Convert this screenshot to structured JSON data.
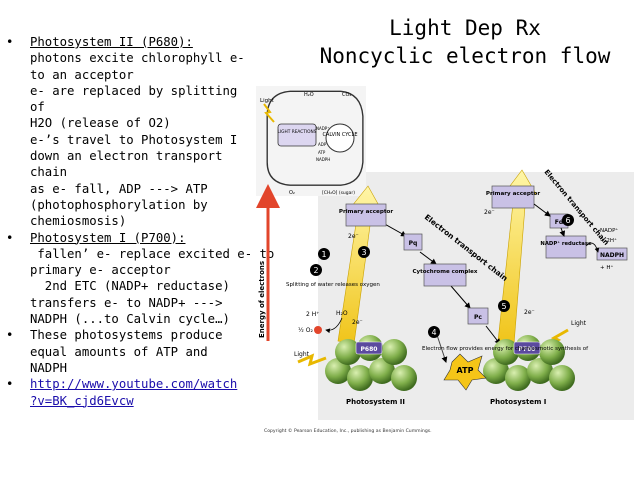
{
  "title": {
    "line1": "Light Dep Rx",
    "line2": "Noncyclic electron flow"
  },
  "bullets": {
    "b1_head": "Photosystem II (P680):",
    "b1_l1": "photons excite chlorophyll e-",
    "b1_l2": "to an acceptor",
    "b1_l3": "e- are replaced by splitting of",
    "b1_l4": "H2O (release of O2)",
    "b1_l5": "e-’s travel to Photosystem I",
    "b1_l6": "down an electron transport",
    "b1_l7": "chain",
    "b1_l8": "as e- fall, ADP ---> ATP",
    "b1_l9": "(photophosphorylation by",
    "b1_l10": "chemiosmosis)",
    "b2_head": "Photosystem I (P700):",
    "b2_l1": " fallen’ e- replace excited e- to",
    "b2_l2": "primary e- acceptor",
    "b2_l3": "  2nd ETC (NADP+ reductase)",
    "b2_l4": "transfers e- to NADP+ --->",
    "b2_l5": "NADPH (...to Calvin cycle…)",
    "b3_l1": "These photosystems produce",
    "b3_l2": "equal amounts of ATP and",
    "b3_l3": "NADPH",
    "b4_l1": "http://www.youtube.com/watch",
    "b4_l2": "?v=BK_cjd6Evcw",
    "bullet_glyph": "•"
  },
  "diagram": {
    "inset": {
      "light": "Light",
      "h2o": "H₂O",
      "co2": "CO₂",
      "light_reactions": "LIGHT REACTIONS",
      "calvin": "CALVIN CYCLE",
      "atp": "ATP",
      "nadph": "NADPH",
      "adp": "ADP",
      "nadp": "NADP⁺",
      "o2": "O₂",
      "ch2o": "[CH₂O] (sugar)"
    },
    "y_axis": "Energy of electrons",
    "etc_label": "Electron transport chain",
    "etc2_label": "Electron transport chain",
    "primary_acceptor": "Primary acceptor",
    "primary_acceptor_2": "Primary acceptor",
    "pq": "Pq",
    "cytochrome": "Cytochrome complex",
    "pc": "Pc",
    "fd": "Fd",
    "nadp_reductase": "NADP⁺ reductase",
    "nadp_plus": "NADP⁺",
    "plus_2h": "+ 2H⁺",
    "nadph": "NADPH",
    "plus_h": "+ H⁺",
    "e2": "2e⁻",
    "splitting": "Splitting of water releases oxygen",
    "h2o": "H₂O",
    "two_h": "2 H⁺",
    "o2": "½ O₂",
    "light_left": "Light",
    "light_right": "Light",
    "p680": "P680",
    "p700": "P700",
    "ps2": "Photosystem II",
    "ps1": "Photosystem I",
    "flow_text": "Electron flow provides energy for chemiosmotic synthesis of",
    "atp": "ATP",
    "nums": [
      "1",
      "2",
      "3",
      "4",
      "5",
      "6"
    ],
    "copyright": "Copyright © Pearson Education, Inc., publishing as Benjamin Cummings."
  },
  "colors": {
    "link": "#1a0dab",
    "box": "#c9c1e6",
    "sphere": "#7fae4a",
    "arrow": "#f0c419",
    "axis": "#e2452b"
  }
}
